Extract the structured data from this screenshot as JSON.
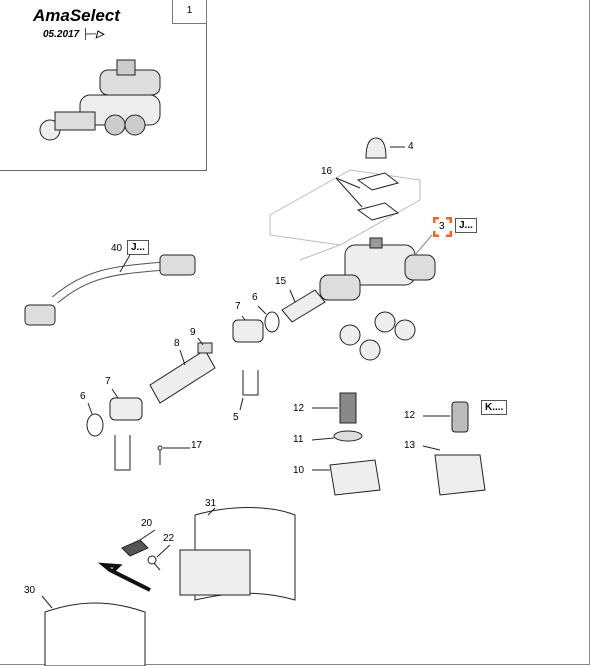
{
  "inset": {
    "title": "AmaSelect",
    "date": "05.2017",
    "position": "1"
  },
  "labels": {
    "p4": "4",
    "p16": "16",
    "p3": "3",
    "p40": "40",
    "p15": "15",
    "p7a": "7",
    "p6a": "6",
    "p9": "9",
    "p8": "8",
    "p7b": "7",
    "p6b": "6",
    "p5": "5",
    "p12a": "12",
    "p12b": "12",
    "p11": "11",
    "p17": "17",
    "p10": "10",
    "p13": "13",
    "p31": "31",
    "p20": "20",
    "p22": "22",
    "p30": "30"
  },
  "refs": {
    "j1": "J...",
    "j2": "J...",
    "k": "K...."
  },
  "colors": {
    "selection": "#f26522"
  }
}
